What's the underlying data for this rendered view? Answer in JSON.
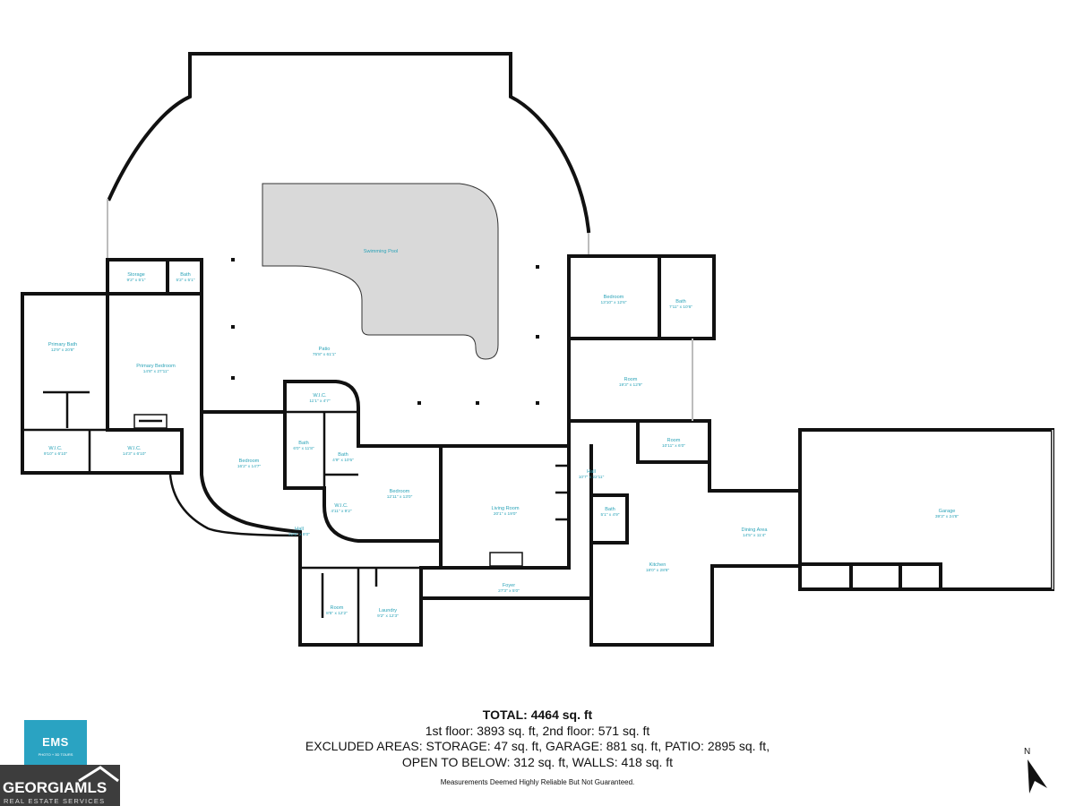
{
  "floorplan": {
    "rooms": [
      {
        "name": "Swimming Pool",
        "dims": ""
      },
      {
        "name": "Patio",
        "dims": "75'8\" x 61'1\""
      },
      {
        "name": "Storage",
        "dims": "9'2\" x 5'1\""
      },
      {
        "name": "Bath",
        "dims": "5'2\" x 5'1\""
      },
      {
        "name": "Primary Bath",
        "dims": "12'9\" x 20'8\""
      },
      {
        "name": "Primary Bedroom",
        "dims": "14'8\" x 27'11\""
      },
      {
        "name": "W.I.C.",
        "dims": "9'10\" x 6'10\""
      },
      {
        "name": "W.I.C.",
        "dims": "14'3\" x 6'10\""
      },
      {
        "name": "W.I.C.",
        "dims": "11'1\" x 4'7\""
      },
      {
        "name": "Bath",
        "dims": "6'0\" x 11'8\""
      },
      {
        "name": "Bath",
        "dims": "4'9\" x 10'5\""
      },
      {
        "name": "W.I.C.",
        "dims": "4'11\" x 9'2\""
      },
      {
        "name": "Bedroom",
        "dims": "16'2\" x 14'7\""
      },
      {
        "name": "Bedroom",
        "dims": "12'11\" x 13'0\""
      },
      {
        "name": "Living Room",
        "dims": "20'1\" x 19'0\""
      },
      {
        "name": "Hall",
        "dims": "22'6\" x 8'0\""
      },
      {
        "name": "Room",
        "dims": "8'5\" x 12'2\""
      },
      {
        "name": "Laundry",
        "dims": "9'2\" x 12'3\""
      },
      {
        "name": "Foyer",
        "dims": "27'3\" x 5'0\""
      },
      {
        "name": "Bedroom",
        "dims": "13'10\" x 12'6\""
      },
      {
        "name": "Bath",
        "dims": "7'11\" x 10'6\""
      },
      {
        "name": "Room",
        "dims": "19'3\" x 12'9\""
      },
      {
        "name": "Room",
        "dims": "10'11\" x 6'0\""
      },
      {
        "name": "Hall",
        "dims": "10'7\" x 22'11\""
      },
      {
        "name": "Bath",
        "dims": "5'1\" x 4'9\""
      },
      {
        "name": "Kitchen",
        "dims": "18'0\" x 28'8\""
      },
      {
        "name": "Dining Area",
        "dims": "14'5\" x 11'4\""
      },
      {
        "name": "Garage",
        "dims": "39'3\" x 24'8\""
      }
    ]
  },
  "summary": {
    "total": "TOTAL: 4464 sq. ft",
    "floors": "1st floor: 3893 sq. ft, 2nd floor: 571 sq. ft",
    "excluded": "EXCLUDED AREAS: STORAGE: 47 sq. ft, GARAGE: 881 sq. ft, PATIO: 2895 sq. ft,",
    "open_walls": "OPEN TO BELOW: 312 sq. ft, WALLS: 418 sq. ft",
    "disclaimer": "Measurements Deemed Highly Reliable But Not Guaranteed."
  },
  "logos": {
    "ems": {
      "word": "EMS",
      "sub": "PHOTO + 3D TOURS",
      "color": "#2aa3c2"
    },
    "georgia_mls": {
      "word": "GEORGIAMLS",
      "sub": "REAL ESTATE SERVICES"
    }
  },
  "compass": {
    "label": "N",
    "icon": "north-arrow-icon"
  },
  "colors": {
    "room_label": "#2ba3b8",
    "pool_fill": "#d9d9d9",
    "wall": "#111111"
  }
}
